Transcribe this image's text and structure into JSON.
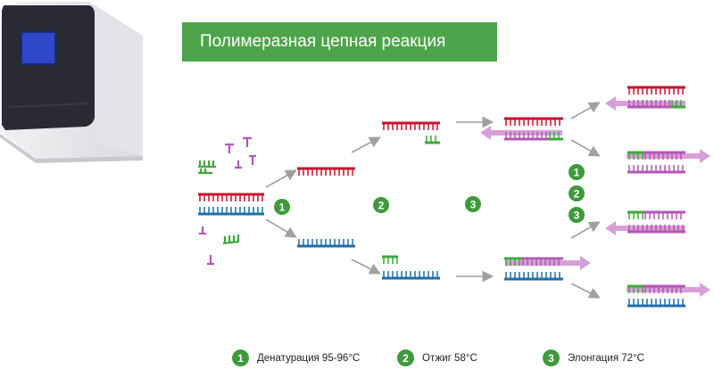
{
  "title": "Полимеразная цепная реакция",
  "colors": {
    "green": "#4ea44a",
    "red": "#c8102e",
    "blue": "#1f6fa8",
    "purple": "#b455b6",
    "arrow": "#a0a0a0",
    "pink_arrow": "#d79fd8"
  },
  "step_markers": [
    {
      "number": "1"
    },
    {
      "number": "2"
    },
    {
      "number": "3"
    }
  ],
  "cycle_markers": [
    "1",
    "2",
    "3"
  ],
  "legend": [
    {
      "number": "1",
      "label": "Денатурация  95-96°C"
    },
    {
      "number": "2",
      "label": "Отжиг 58°C"
    },
    {
      "number": "3",
      "label": "Элонгация 72°C"
    }
  ],
  "icons": [
    "thermal-cycler-icon",
    "primer-icon",
    "nucleotide-icon",
    "dna-strand-icon"
  ]
}
